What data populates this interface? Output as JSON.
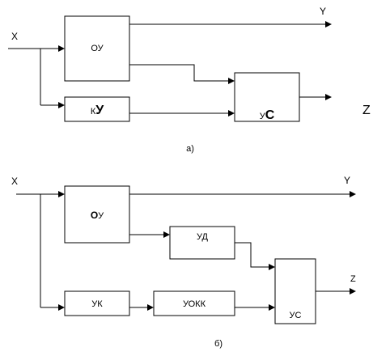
{
  "diagram_a": {
    "input_label": "X",
    "output_y_label": "Y",
    "output_z_label": "Z",
    "box_ou": "ОУ",
    "box_ku_prefix": "К",
    "box_ku_bold": "У",
    "box_us_prefix": "У",
    "box_us_bold": "С",
    "caption": "а)"
  },
  "diagram_b": {
    "input_label": "X",
    "output_y_label": "Y",
    "output_z_label": "Z",
    "box_ou_bold": "О",
    "box_ou_rest": "У",
    "box_ud": "УД",
    "box_uk": "УК",
    "box_uokk": "УОКК",
    "box_us": "УС",
    "caption": "б)"
  }
}
